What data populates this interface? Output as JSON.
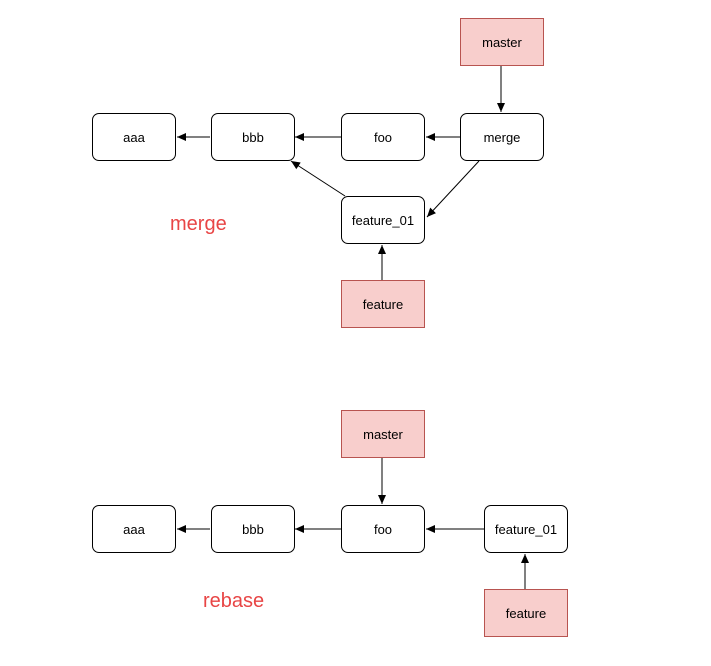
{
  "diagrams": {
    "merge": {
      "title": "merge",
      "commits": {
        "aaa": "aaa",
        "bbb": "bbb",
        "foo": "foo",
        "merge": "merge",
        "feature_01": "feature_01"
      },
      "branches": {
        "master": "master",
        "feature": "feature"
      }
    },
    "rebase": {
      "title": "rebase",
      "commits": {
        "aaa": "aaa",
        "bbb": "bbb",
        "foo": "foo",
        "feature_01": "feature_01"
      },
      "branches": {
        "master": "master",
        "feature": "feature"
      }
    }
  },
  "colors": {
    "title": "#e84545",
    "branch_fill": "#f8cecc",
    "branch_border": "#b85450",
    "commit_border": "#000000"
  }
}
